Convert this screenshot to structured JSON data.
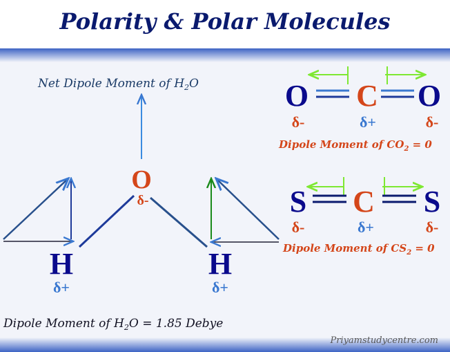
{
  "title": "Polarity & Polar Molecules",
  "water": {
    "net_label_pre": "Net Dipole Moment of H",
    "net_label_sub": "2",
    "net_label_post": "O",
    "oxygen": "O",
    "oxygen_charge": "δ-",
    "hydrogen_left": "H",
    "hydrogen_left_charge": "δ+",
    "hydrogen_right": "H",
    "hydrogen_right_charge": "δ+",
    "moment_pre": "Dipole Moment of H",
    "moment_sub": "2",
    "moment_post": "O = 1.85 Debye"
  },
  "co2": {
    "atoms": [
      "O",
      "C",
      "O"
    ],
    "charges": [
      "δ-",
      "δ+",
      "δ-"
    ],
    "label_pre": "Dipole Moment of CO",
    "label_sub": "2",
    "label_post": " = 0"
  },
  "cs2": {
    "atoms": [
      "S",
      "C",
      "S"
    ],
    "charges": [
      "δ-",
      "δ+",
      "δ-"
    ],
    "label_pre": "Dipole Moment of CS",
    "label_sub": "2",
    "label_post": " = 0"
  },
  "watermark": "Priyamstudycentre.com",
  "colors": {
    "title": "#0a1a6e",
    "atom_blue": "#0a0a8c",
    "atom_orange": "#d4461a",
    "delta_blue": "#3a78d0",
    "green_arrow": "#7ee832",
    "label_red": "#d4461a",
    "dark_text": "#111122"
  }
}
